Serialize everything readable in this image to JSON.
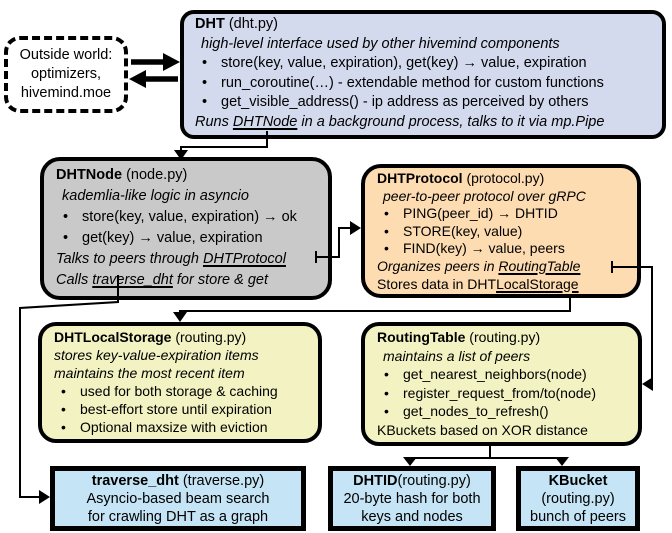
{
  "colors": {
    "background": "#ffffff",
    "border": "#000000",
    "dht-fill": "#d3daed",
    "node-fill": "#c9c9c9",
    "protocol-fill": "#fddcb2",
    "storage-fill": "#f2f2c2",
    "leaf-fill": "#c5e4f5"
  },
  "outside_world": {
    "lines": [
      "Outside world:",
      "optimizers,",
      "hivemind.moe"
    ]
  },
  "dht": {
    "title": "DHT",
    "file": " (dht.py)",
    "subtitle": "high-level interface used by other hivemind components",
    "bullets": [
      "store(key, value, expiration), get(key) → value, expiration",
      "run_coroutine(…) - extendable method for custom functions",
      "get_visible_address() - ip address as perceived by others"
    ],
    "footer_pre": "Runs ",
    "footer_link": "DHTNode",
    "footer_post": " in a background process, talks to it via mp.Pipe"
  },
  "dht_node": {
    "title": "DHTNode",
    "file": " (node.py)",
    "subtitle": "kademlia-like logic in asyncio",
    "bullets": [
      "store(key, value, expiration) → ok",
      "get(key) → value, expiration"
    ],
    "line1_pre": "Talks to peers through ",
    "line1_link": "DHTProtocol",
    "line2_pre": "Calls ",
    "line2_link": "traverse_dht",
    "line2_post": " for store & get"
  },
  "dht_protocol": {
    "title": "DHTProtocol",
    "file": " (protocol.py)",
    "subtitle": "peer-to-peer protocol over gRPC",
    "bullets": [
      "PING(peer_id) → DHTID",
      "STORE(key, value)",
      "FIND(key) → value, peers"
    ],
    "line1_pre": "Organizes peers in ",
    "line1_link": "RoutingTable",
    "line2_pre": "Stores data in DHT",
    "line2_link": "LocalStorage"
  },
  "local_storage": {
    "title": "DHTLocalStorage",
    "file": " (routing.py)",
    "subtitle_lines": [
      "stores key-value-expiration items",
      "maintains the most recent item"
    ],
    "bullets": [
      "used for both storage & caching",
      "best-effort store until expiration",
      "Optional maxsize with eviction"
    ]
  },
  "routing_table": {
    "title": "RoutingTable",
    "file": " (routing.py)",
    "subtitle": "maintains a list of peers",
    "bullets": [
      "get_nearest_neighbors(node)",
      "register_request_from/to(node)",
      "get_nodes_to_refresh()"
    ],
    "footer": "KBuckets based on XOR distance"
  },
  "traverse_dht": {
    "title": "traverse_dht",
    "file": " (traverse.py)",
    "lines": [
      "Asyncio-based beam search",
      "for crawling DHT as a graph"
    ]
  },
  "dhtid": {
    "title": "DHTID",
    "file": "(routing.py)",
    "lines": [
      "20-byte hash for both",
      "keys and nodes"
    ]
  },
  "kbucket": {
    "title": "KBucket",
    "file": "(routing.py)",
    "lines": [
      "bunch of peers"
    ]
  }
}
